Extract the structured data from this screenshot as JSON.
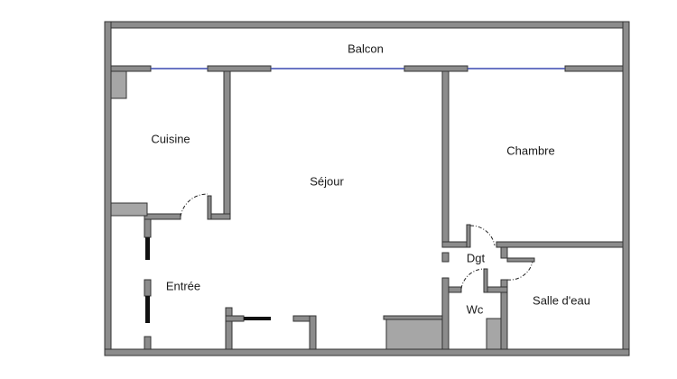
{
  "rooms": {
    "balcon": "Balcon",
    "cuisine": "Cuisine",
    "sejour": "Séjour",
    "chambre": "Chambre",
    "entree": "Entrée",
    "dgt": "Dgt",
    "wc": "Wc",
    "salle_eau": "Salle d'eau"
  },
  "colors": {
    "wall": "#8c8c8c",
    "window": "#3a49b0",
    "background": "#ffffff"
  }
}
